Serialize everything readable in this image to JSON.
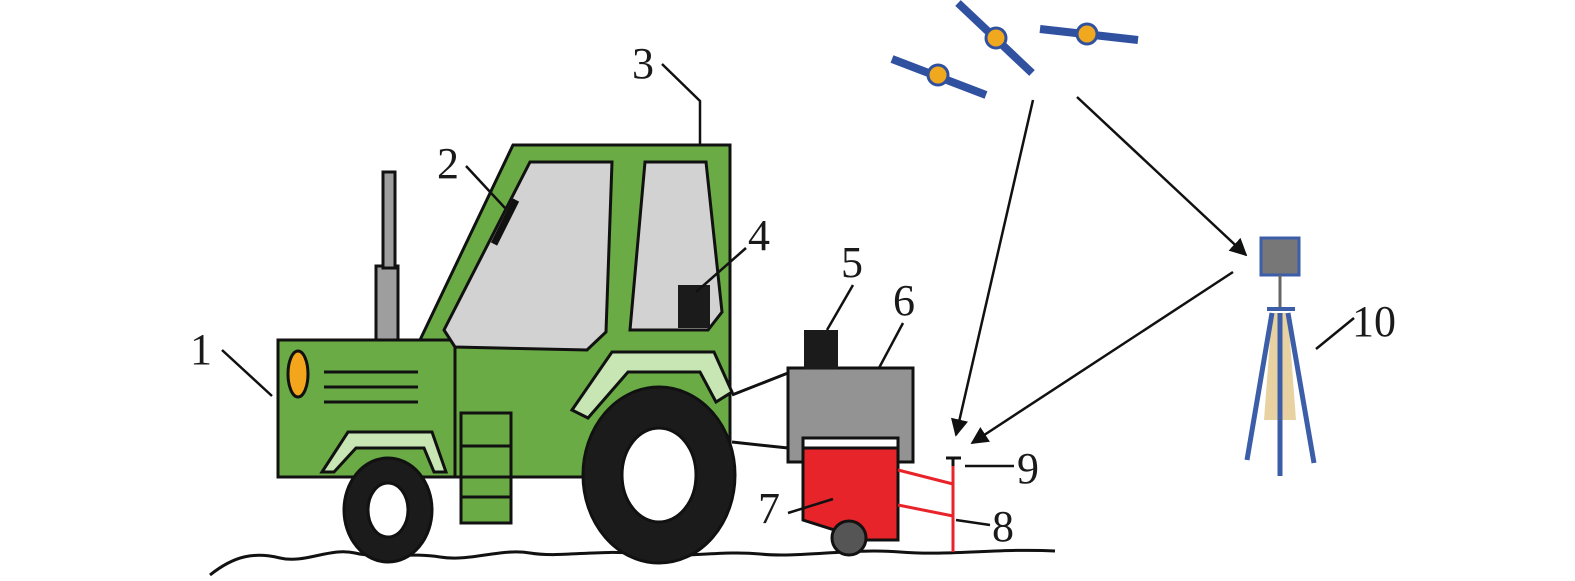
{
  "labels": {
    "l1": "1",
    "l2": "2",
    "l3": "3",
    "l4": "4",
    "l5": "5",
    "l6": "6",
    "l7": "7",
    "l8": "8",
    "l9": "9",
    "l10": "10"
  },
  "colors": {
    "tractor_green": "#6aab45",
    "light_green": "#c8e6b4",
    "window_gray": "#d2d2d2",
    "device_gray": "#939393",
    "trailer_red": "#e8242b",
    "headlight_orange": "#f3a51c",
    "satellite_blue": "#3050a0",
    "satellite_body": "#f0a91e",
    "tripod_blue": "#3c5ea8",
    "tripod_tan": "#e8d2a2",
    "black": "#111111"
  },
  "icons": [
    "satellite-icon",
    "satellite-icon",
    "satellite-icon",
    "tripod-base-station-icon",
    "tractor-icon"
  ]
}
